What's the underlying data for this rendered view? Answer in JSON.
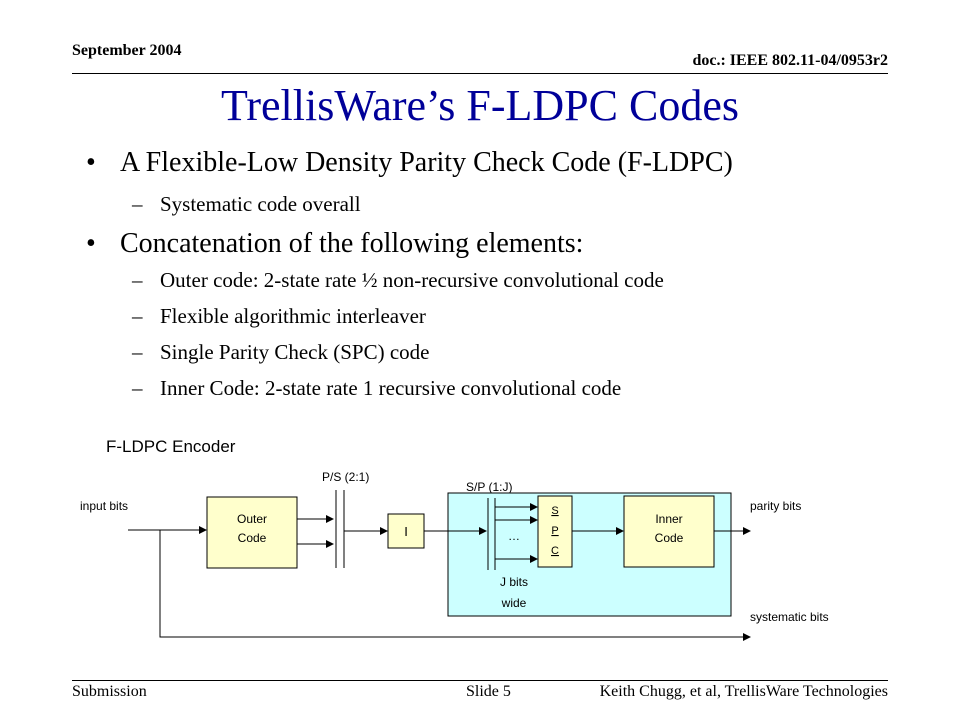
{
  "header": {
    "date": "September 2004",
    "doc_id": "doc.: IEEE 802.11-04/0953r2"
  },
  "title": "TrellisWare’s  F-LDPC Codes",
  "bullets": [
    {
      "text": "A Flexible-Low Density Parity Check Code (F-LDPC)",
      "subs": [
        "Systematic code overall"
      ]
    },
    {
      "text": "Concatenation of the following elements:",
      "subs": [
        "Outer code: 2-state rate ½ non-recursive convolutional code",
        "Flexible algorithmic interleaver",
        "Single Parity Check (SPC) code",
        "Inner Code: 2-state rate 1 recursive convolutional code"
      ]
    }
  ],
  "bullet_glyph": "•",
  "dash_glyph": "–",
  "diagram": {
    "caption": "F-LDPC Encoder",
    "input_label": "input bits",
    "outer_line1": "Outer",
    "outer_line2": "Code",
    "ps_label": "P/S (2:1)",
    "interleaver_label": "I",
    "sp_label": "S/P (1:J)",
    "dots": "…",
    "spc_s": "S",
    "spc_p": "P",
    "spc_c": "C",
    "inner_line1": "Inner",
    "inner_line2": "Code",
    "jbits_line1": "J bits",
    "jbits_line2": "wide",
    "parity_label": "parity bits",
    "systematic_label": "systematic bits",
    "colors": {
      "block_fill": "#ffffcc",
      "region_fill": "#ccffff"
    }
  },
  "footer": {
    "left": "Submission",
    "center": "Slide 5",
    "right": "Keith Chugg, et al, TrellisWare  Technologies"
  }
}
